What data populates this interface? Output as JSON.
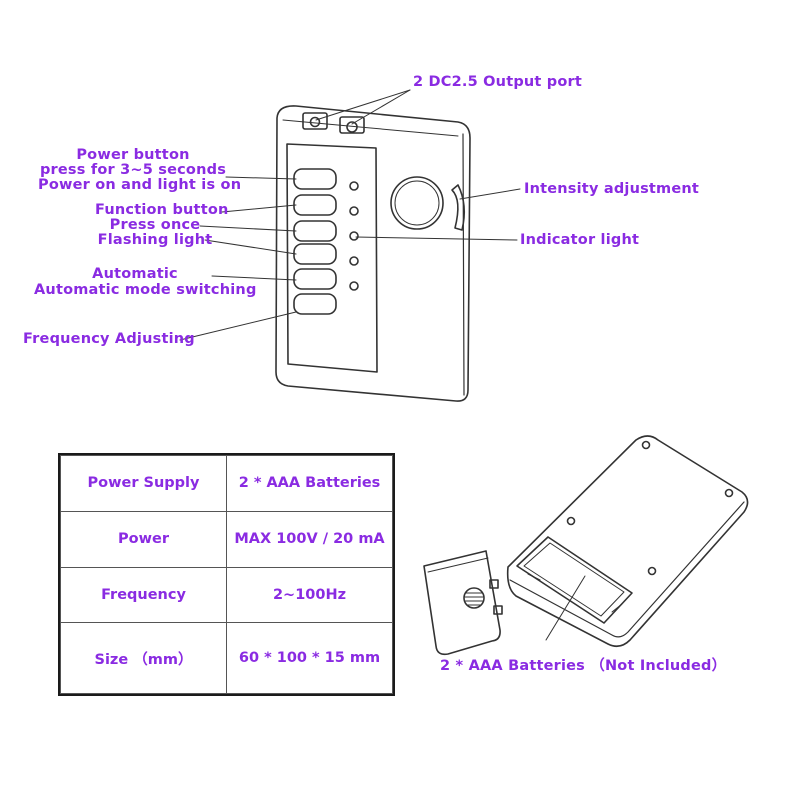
{
  "labels": {
    "output_port": "2 DC2.5 Output port",
    "power_button_title": "Power button",
    "power_button_line1": "press for 3~5 seconds",
    "power_button_line2": "Power on and light is on",
    "function_button_title": "Function button",
    "function_button_line1": "Press once",
    "function_button_line2": "Flashing light",
    "automatic_title": "Automatic",
    "automatic_line1": "Automatic mode switching",
    "frequency_adjusting": "Frequency Adjusting",
    "intensity_adjustment": "Intensity adjustment",
    "indicator_light": "Indicator light",
    "batteries_note": "2 * AAA Batteries （Not Included）"
  },
  "spec_table": {
    "rows": [
      {
        "name": "Power Supply",
        "value": "2 * AAA Batteries"
      },
      {
        "name": "Power",
        "value": "MAX 100V / 20 mA"
      },
      {
        "name": "Frequency",
        "value": "2~100Hz"
      },
      {
        "name": "Size （mm）",
        "value": "60 * 100 * 15 mm"
      }
    ]
  },
  "colors": {
    "label": "#8a2be2",
    "line": "#333333"
  }
}
